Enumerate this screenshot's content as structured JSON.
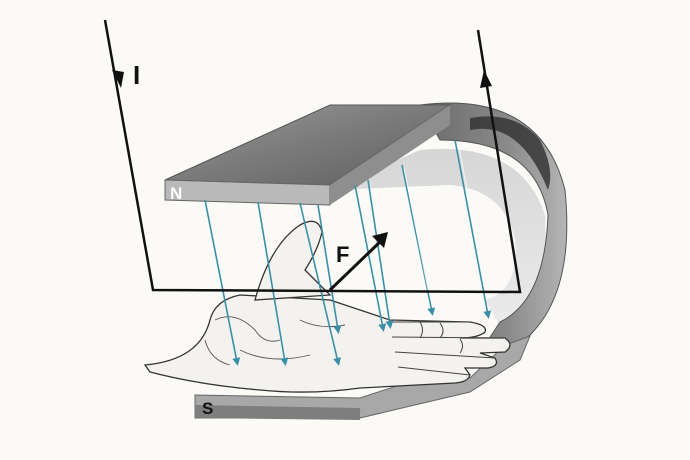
{
  "labels": {
    "current": "I",
    "north_pole": "N",
    "south_pole": "S",
    "force": "F"
  },
  "colors": {
    "background": "#fbfaf7",
    "magnet_dark": "#6f6f6f",
    "magnet_mid": "#8c8c8c",
    "magnet_light": "#bdbdbd",
    "field_line": "#3a8fa8",
    "wire": "#111111",
    "hand_outline": "#333333",
    "hand_fill": "#f4f2ee"
  },
  "icons": {
    "current_arrow": "arrow-down-icon",
    "return_arrow": "arrow-up-icon",
    "force_arrow": "arrow-right-icon"
  }
}
